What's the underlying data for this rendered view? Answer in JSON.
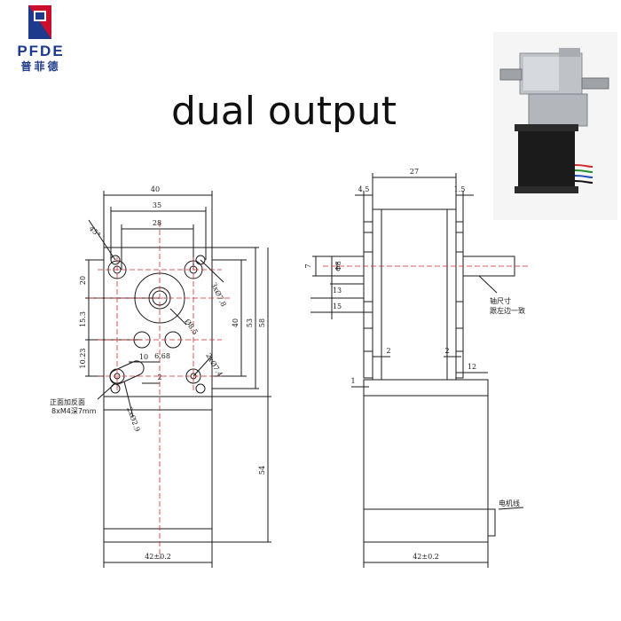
{
  "logo": {
    "latin": "PFDE",
    "chinese": "普菲德"
  },
  "title": "dual output",
  "photo": {
    "icon": "motor-photo"
  },
  "front_view": {
    "dims": {
      "w40": "40",
      "w35": "35",
      "w28": "28",
      "h20": "20",
      "h15_3": "15.3",
      "h10_23": "10.23",
      "w10": "10",
      "w2": "2",
      "d6_68": "6.68",
      "hole45": "45°",
      "bolt3": "3xØ7.8",
      "bore8_5": "Ø8.5",
      "bolt2": "2xØ7.4",
      "slot": "2xØ2.9",
      "h40": "40",
      "h53": "53",
      "h58": "58",
      "h54": "54",
      "base": "42±0.2"
    },
    "note_line1": "正面加反面",
    "note_line2": "8xM4深7mm"
  },
  "side_view": {
    "dims": {
      "w27": "27",
      "l4_5": "4.5",
      "r1_5": "1.5",
      "d7": "7",
      "d8": "Φ8",
      "l13": "13",
      "l15": "15",
      "l2a": "2",
      "r2": "2",
      "r12": "12",
      "l1": "1",
      "base": "42±0.2"
    },
    "shaft_note_line1": "轴尺寸",
    "shaft_note_line2": "跟左边一致",
    "wire_label": "电机线"
  }
}
